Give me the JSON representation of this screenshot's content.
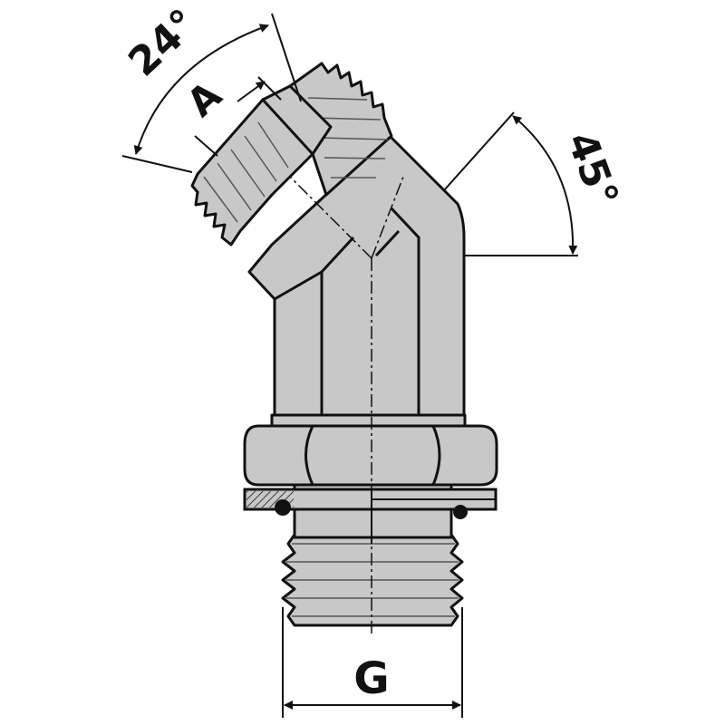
{
  "dimensions": {
    "angle_cone": "24°",
    "angle_bend": "45°",
    "port_a": "A",
    "thread_g": "G"
  },
  "colors": {
    "body_fill": "#c8c8c8",
    "line": "#111111",
    "background": "#ffffff"
  }
}
